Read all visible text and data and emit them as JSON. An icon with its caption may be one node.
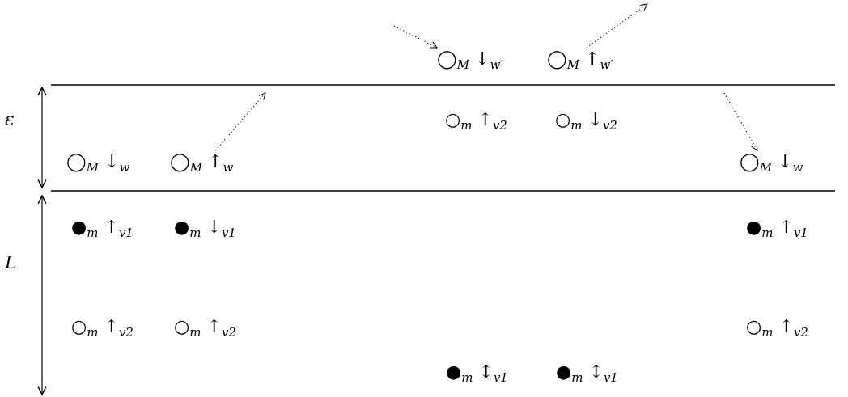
{
  "diagram": {
    "nodes": [
      {
        "text": [
          "◯$_{M}$ ↓$_{w′}$"
        ]
      },
      {
        "text": [
          "◯$_{M}$ ↑$_{w′}$"
        ]
      },
      {
        "text": [
          "◯$_{M}$ ↑$_{w}$"
        ]
      },
      {
        "text": [
          "◯$_{M}$ ↓$_{w}$"
        ]
      }
    ],
    "edges": [
      {
        "from": null,
        "to": 0,
        "arrow": "to",
        "style": "dashed"
      },
      {
        "from": 1,
        "to": null,
        "arrow": "to",
        "style": "dashed"
      },
      {
        "from": 2,
        "to": null,
        "arrow": "to",
        "style": "dashed"
      },
      {
        "from": null,
        "to": 3,
        "arrow": "to",
        "style": "dashed"
      }
    ],
    "labels": [
      "ε",
      "○$_{m}$ ↑$_{v2}$",
      "○$_{m}$ ↓$_{v2}$",
      "◯$_{M}$ ↓$_{w}$",
      "●$_{m}$ ↑$_{v1}$",
      "●$_{m}$ ↓$_{v1}$",
      "●$_{m}$ ↑$_{v1}$",
      "L",
      "○$_{m}$ ↑$_{v2}$",
      "○$_{m}$ ↑$_{v2}$",
      "○$_{m}$ ↑$_{v2}$",
      "●$_{m}$ ↕$_{v1}$",
      "●$_{m}$ ↕$_{v1}$"
    ]
  }
}
